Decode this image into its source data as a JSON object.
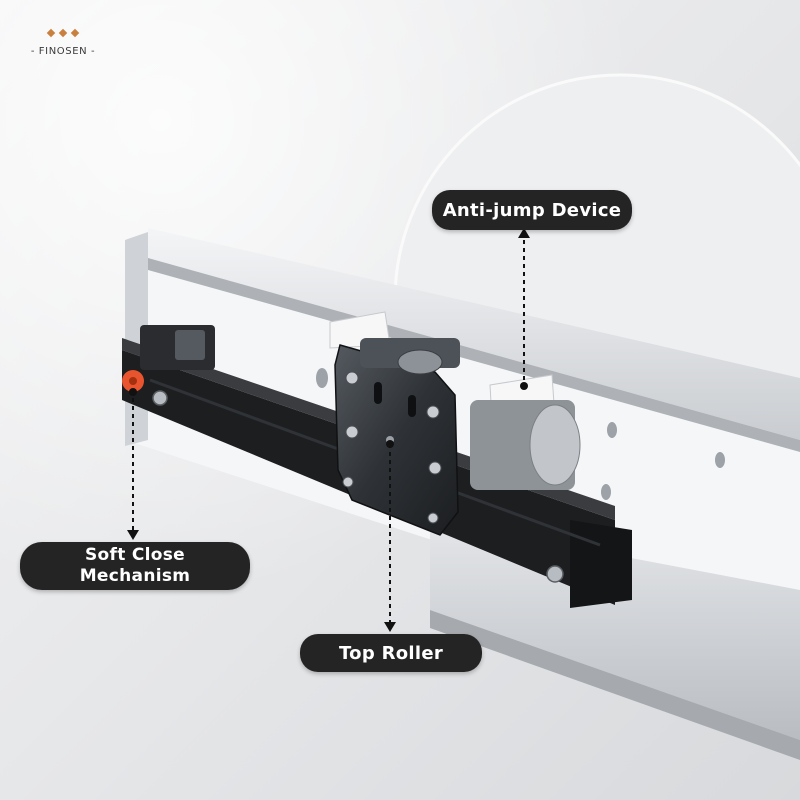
{
  "brand": {
    "name": "- FINOSEN -",
    "accent_color": "#c9803f"
  },
  "callouts": {
    "anti_jump": {
      "label": "Anti-jump Device"
    },
    "top_roller": {
      "label": "Top Roller"
    },
    "soft_close": {
      "line1": "Soft Close",
      "line2": "Mechanism"
    }
  },
  "colors": {
    "label_background": "#242424",
    "label_text": "#ffffff",
    "soft_close_damper": "#e8542d",
    "rail": "#d9dcdf",
    "carriage": "#1c1c1c"
  }
}
